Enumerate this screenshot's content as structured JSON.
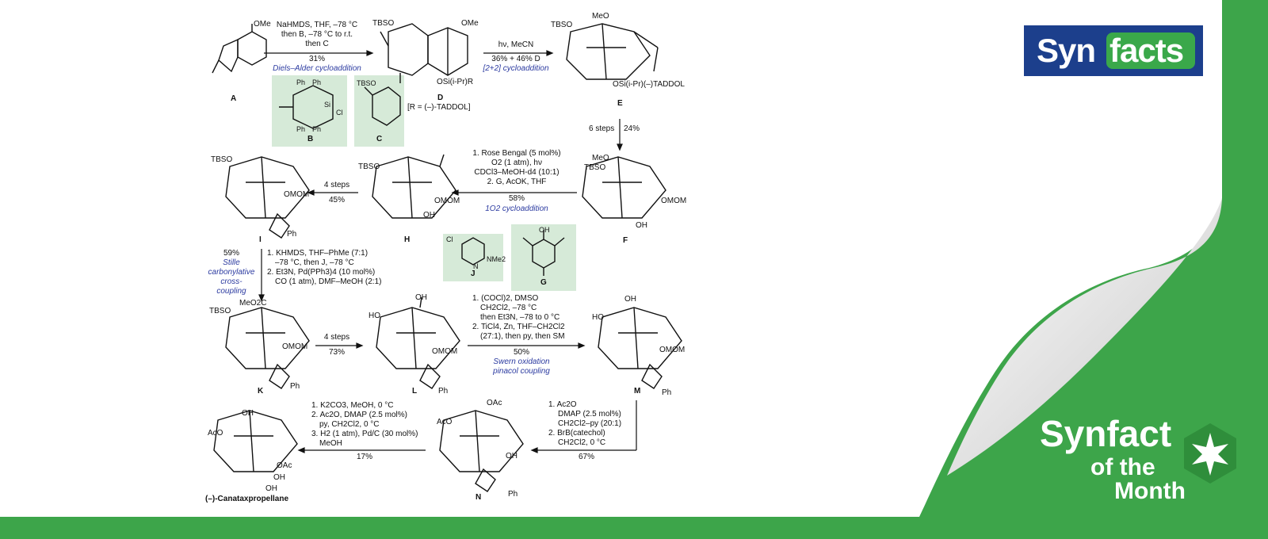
{
  "brand": {
    "logo_syn": "Syn",
    "logo_facts": "facts",
    "sotm_line1": "Synfact",
    "sotm_line2": "of the",
    "sotm_line3": "Month",
    "colors": {
      "green": "#3da54a",
      "navy": "#1c3f8c",
      "highlight_box": "#d6ead8",
      "blue_text": "#2b3aa0"
    }
  },
  "scheme": {
    "row1": {
      "A_label": "A",
      "A_ome": "OMe",
      "step1_l1": "NaHMDS, THF, –78 °C",
      "step1_l2": "then B, –78 °C to r.t.",
      "step1_l3": "then C",
      "step1_yield": "31%",
      "step1_name": "Diels–Alder cycloaddition",
      "D_label": "D",
      "D_tbso": "TBSO",
      "D_ome": "OMe",
      "D_osi": "OSi(i-Pr)R",
      "R_def": "[R = (–)-TADDOL]",
      "step2_l1": "hν, MeCN",
      "step2_yield": "36% + 46% D",
      "step2_name": "[2+2] cycloaddition",
      "E_label": "E",
      "E_tbso": "TBSO",
      "E_meo": "MeO",
      "E_osi": "OSi(i-Pr)(–)TADDOL",
      "B_label": "B",
      "B_ph1": "Ph",
      "B_ph2": "Ph",
      "B_ph3": "Ph",
      "B_ph4": "Ph",
      "B_cl": "Cl",
      "B_si": "Si",
      "C_label": "C",
      "C_tbso": "TBSO"
    },
    "step3": {
      "l1": "6 steps",
      "yield": "24%"
    },
    "row2": {
      "F_label": "F",
      "F_tbso": "TBSO",
      "F_meo": "MeO",
      "F_omom": "OMOM",
      "F_oh": "OH",
      "step4_l1": "1. Rose Bengal (5 mol%)",
      "step4_l2": "O2 (1 atm), hν",
      "step4_l3": "CDCl3–MeOH-d4 (10:1)",
      "step4_l4": "2. G, AcOK, THF",
      "step4_yield": "58%",
      "step4_name": "1O2 cycloaddition",
      "H_label": "H",
      "H_tbso": "TBSO",
      "H_omom": "OMOM",
      "H_oh": "OH",
      "step5_l1": "4 steps",
      "step5_yield": "45%",
      "I_label": "I",
      "I_tbso": "TBSO",
      "I_omom": "OMOM",
      "I_ph": "Ph",
      "J_label": "J",
      "J_cl": "Cl",
      "J_n": "N",
      "J_nme": "NMe2",
      "G_label": "G",
      "G_oh": "OH"
    },
    "step6": {
      "side_yield": "59%",
      "side_name1": "Stille",
      "side_name2": "carbonylative",
      "side_name3": "cross-",
      "side_name4": "coupling",
      "l1": "1. KHMDS, THF–PhMe (7:1)",
      "l2": "–78 °C, then J, –78 °C",
      "l3": "2. Et3N, Pd(PPh3)4 (10 mol%)",
      "l4": "CO (1 atm), DMF–MeOH (2:1)"
    },
    "row3": {
      "K_label": "K",
      "K_tbso": "TBSO",
      "K_meo2c": "MeO2C",
      "K_omom": "OMOM",
      "K_ph": "Ph",
      "step7_l1": "4 steps",
      "step7_yield": "73%",
      "L_label": "L",
      "L_ho": "HO",
      "L_oh": "OH",
      "L_omom": "OMOM",
      "L_ph": "Ph",
      "step8_l1": "1. (COCl)2, DMSO",
      "step8_l2": "CH2Cl2, –78 °C",
      "step8_l3": "then Et3N, –78 to 0 °C",
      "step8_l4": "2. TiCl4, Zn, THF–CH2Cl2",
      "step8_l5": "(27:1), then py, then SM",
      "step8_yield": "50%",
      "step8_name1": "Swern oxidation",
      "step8_name2": "pinacol coupling",
      "M_label": "M",
      "M_ho": "HO",
      "M_oh": "OH",
      "M_omom": "OMOM",
      "M_ph": "Ph"
    },
    "row4": {
      "step9_l1": "1. Ac2O",
      "step9_l2": "DMAP (2.5 mol%)",
      "step9_l3": "CH2Cl2–py (20:1)",
      "step9_l4": "2. BrB(catechol)",
      "step9_l5": "CH2Cl2, 0 °C",
      "step9_yield": "67%",
      "N_label": "N",
      "N_oac1": "OAc",
      "N_aco": "AcO",
      "N_oh": "OH",
      "N_ph": "Ph",
      "step10_l1": "1. K2CO3, MeOH, 0 °C",
      "step10_l2": "2. Ac2O, DMAP (2.5 mol%)",
      "step10_l3": "py, CH2Cl2, 0 °C",
      "step10_l4": "3. H2 (1 atm), Pd/C (30 mol%)",
      "step10_l5": "MeOH",
      "step10_yield": "17%",
      "P_label": "(–)-Canataxpropellane",
      "P_oh1": "OH",
      "P_aco": "AcO",
      "P_oac": "OAc",
      "P_oh2": "OH",
      "P_oh3": "OH"
    }
  }
}
